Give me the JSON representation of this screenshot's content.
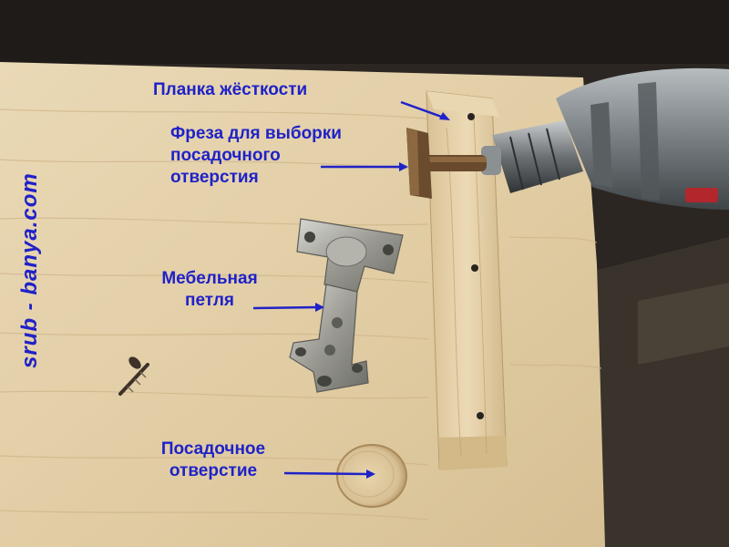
{
  "watermark": "srub - banya.com",
  "labels": {
    "stiffening_bar": "Планка жёсткости",
    "cutter_line1": "Фреза для выборки",
    "cutter_line2": "посадочного",
    "cutter_line3": "отверстия",
    "hinge_line1": "Мебельная",
    "hinge_line2": "петля",
    "hole_line1": "Посадочное",
    "hole_line2": "отверстие"
  },
  "colors": {
    "annotation": "#1f22c8",
    "board": "#e2cfa8",
    "background": "#2a2420"
  }
}
